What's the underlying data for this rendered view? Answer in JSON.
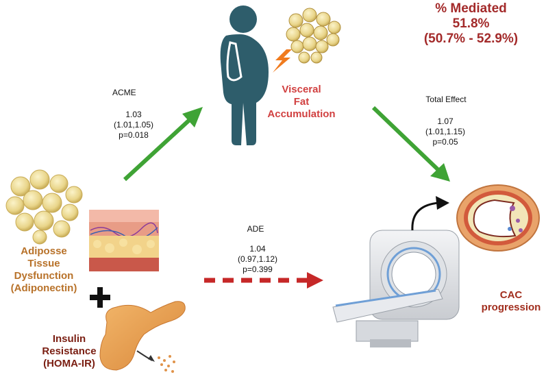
{
  "mediation": {
    "title": "% Mediated",
    "value": "51.8%",
    "ci": "(50.7% - 52.9%)"
  },
  "acme": {
    "label": "ACME",
    "estimate": "1.03",
    "ci": "(1.01,1.05)",
    "p": "p=0.018"
  },
  "total_effect": {
    "label": "Total Effect",
    "estimate": "1.07",
    "ci": "(1.01,1.15)",
    "p": "p=0.05"
  },
  "ade": {
    "label": "ADE",
    "estimate": "1.04",
    "ci": "(0.97,1.12)",
    "p": "p=0.399"
  },
  "mediator": {
    "line1": "Visceral",
    "line2": "Fat",
    "line3": "Accumulation"
  },
  "exposure": {
    "line1": "Adiposse",
    "line2": "Tissue",
    "line3": "Dysfunction",
    "line4": "(Adiponectin)"
  },
  "plus_symbol": "+",
  "covariate": {
    "line1": "Insulin",
    "line2": "Resistance",
    "line3": "(HOMA-IR)"
  },
  "outcome": {
    "line1": "CAC",
    "line2": "progression"
  },
  "colors": {
    "mediated_text": "#a32a2a",
    "mediator_text": "#d14040",
    "exposure_text": "#b8722a",
    "arrow_green": "#3fa335",
    "arrow_red": "#c62828"
  },
  "icons": [
    "person-icon",
    "fat-cells-icon",
    "lightning-icon",
    "skin-layers-icon",
    "pancreas-icon",
    "ct-scanner-icon",
    "artery-cross-section-icon"
  ]
}
